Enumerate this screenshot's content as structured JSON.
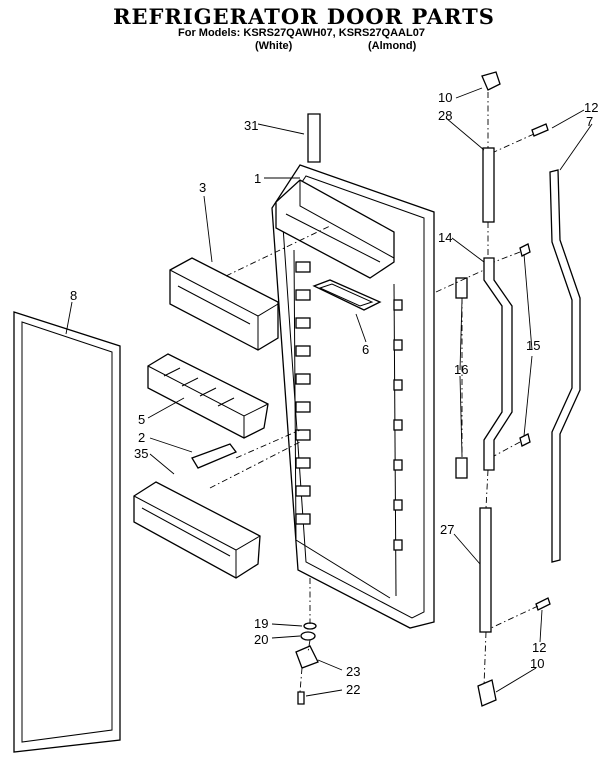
{
  "header": {
    "title": "REFRIGERATOR DOOR PARTS",
    "models_line": "For Models: KSRS27QAWH07, KSRS27QAAL07",
    "color_white": "(White)",
    "color_almond": "(Almond)"
  },
  "callouts": {
    "c31": "31",
    "c1": "1",
    "c3": "3",
    "c8": "8",
    "c6": "6",
    "c5": "5",
    "c2": "2",
    "c35": "35",
    "c10_top": "10",
    "c28": "28",
    "c12_top": "12",
    "c7": "7",
    "c14": "14",
    "c15": "15",
    "c16": "16",
    "c27": "27",
    "c12_bot": "12",
    "c10_bot": "10",
    "c19": "19",
    "c20": "20",
    "c23": "23",
    "c22": "22"
  }
}
